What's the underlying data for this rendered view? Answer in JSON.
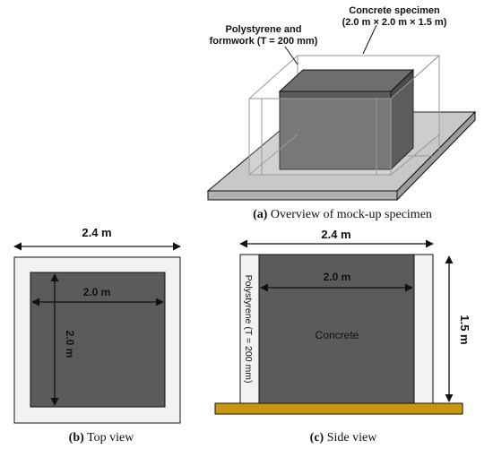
{
  "overview": {
    "callout_concrete_line1": "Concrete specimen",
    "callout_concrete_line2": "(2.0 m × 2.0 m × 1.5 m)",
    "callout_poly_line1": "Polystyrene and",
    "callout_poly_line2": "formwork (T = 200 mm)",
    "caption_letter": "(a)",
    "caption_text": " Overview of mock-up specimen"
  },
  "top_view": {
    "outer_dim": "2.4 m",
    "inner_width_dim": "2.0 m",
    "inner_height_dim": "2.0 m",
    "caption_letter": "(b)",
    "caption_text": " Top view"
  },
  "side_view": {
    "outer_dim": "2.4 m",
    "inner_width_dim": "2.0 m",
    "height_dim": "1.5 m",
    "concrete_label": "Concrete",
    "polystyrene_label": "Polystyrene (T = 200 mm)",
    "caption_letter": "(c)",
    "caption_text": " Side view"
  },
  "colors": {
    "concrete": "#5b5b5b",
    "concrete_side": "#4a4a4a",
    "polystyrene": "#f2f2f2",
    "base_plate": "#c8c8c8",
    "ground": "#c8960a",
    "outline": "#111111"
  }
}
